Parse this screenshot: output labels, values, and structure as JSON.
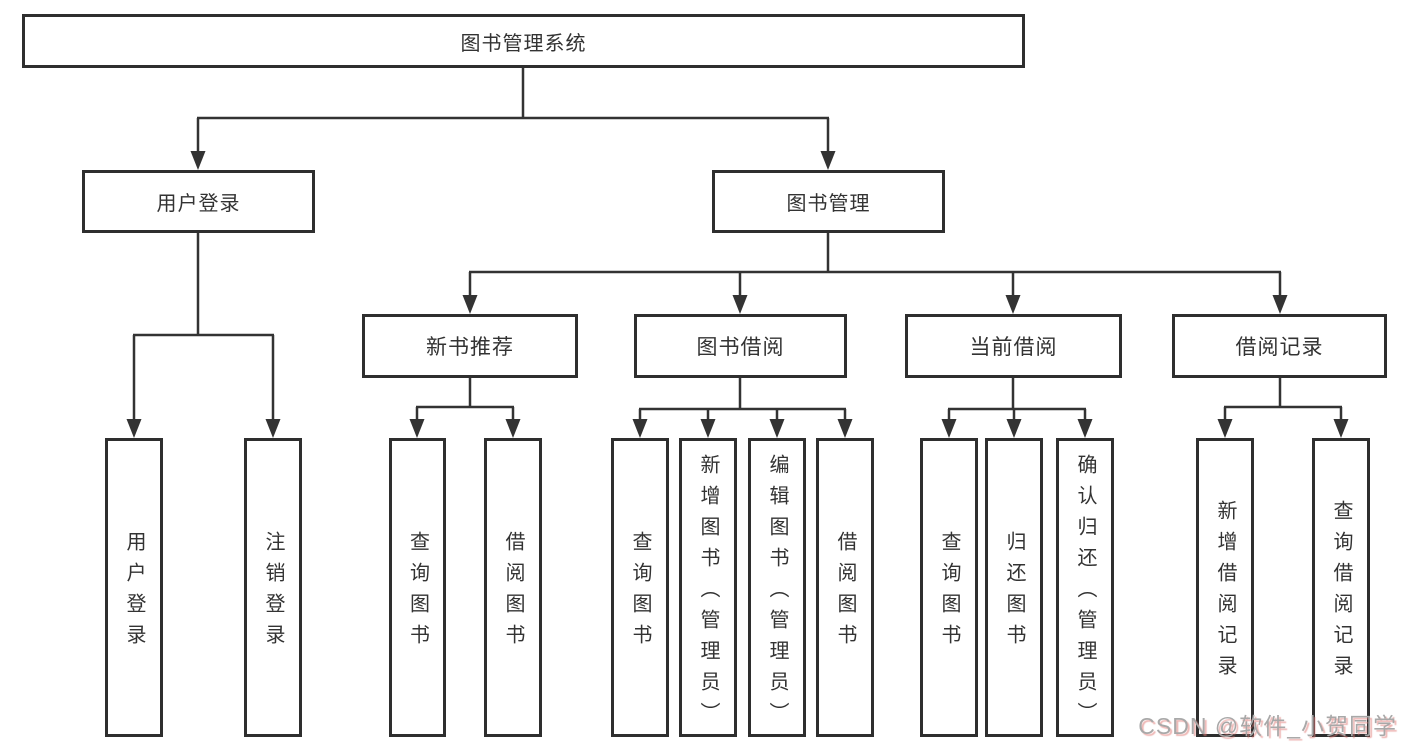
{
  "nodes": {
    "root": "图书管理系统",
    "level1": [
      "用户登录",
      "图书管理"
    ],
    "level2": [
      "新书推荐",
      "图书借阅",
      "当前借阅",
      "借阅记录"
    ],
    "leaves_user": [
      "用户登录",
      "注销登录"
    ],
    "leaves_newbook": [
      "查询图书",
      "借阅图书"
    ],
    "leaves_borrow": [
      "查询图书",
      "新增图书（管理员）",
      "编辑图书（管理员）",
      "借阅图书"
    ],
    "leaves_current": [
      "查询图书",
      "归还图书",
      "确认归还（管理员）"
    ],
    "leaves_records": [
      "新增借阅记录",
      "查询借阅记录"
    ]
  },
  "watermark": {
    "text": "CSDN @软件_小贺同学"
  },
  "colors": {
    "line": "#333333",
    "box_border": "#2e2e2e",
    "text": "#333333",
    "background": "#ffffff",
    "watermark_text": "#a8a8a8",
    "watermark_shadow": "#e07a76"
  }
}
